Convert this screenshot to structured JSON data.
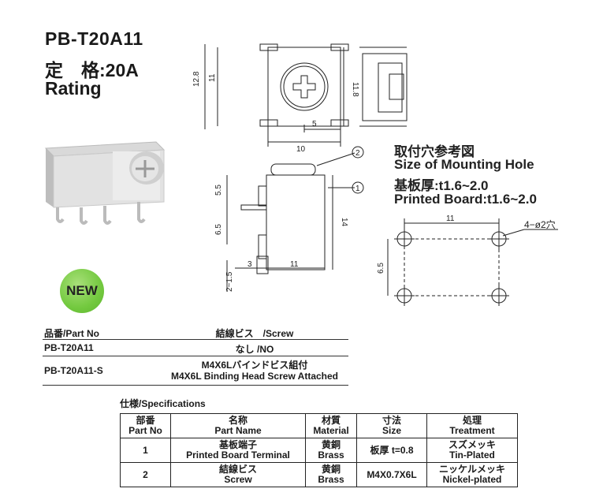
{
  "header": {
    "part_title": "PB-T20A11",
    "rating_cn": "定　格:20A",
    "rating_en": "Rating"
  },
  "mounting": {
    "line1": "取付穴参考図",
    "line2": "Size of Mounting Hole",
    "line3": "基板厚:t1.6~2.0",
    "line4": "Printed Board:t1.6~2.0"
  },
  "badge": "NEW",
  "drawing": {
    "dims_top": [
      "12.8",
      "11",
      "11.8",
      "5",
      "10"
    ],
    "dims_side": [
      "5.5",
      "6.5",
      "14",
      "2~1.5",
      "3",
      "11"
    ],
    "callouts": [
      "2",
      "1"
    ],
    "hole_dims": [
      "11",
      "6.5"
    ],
    "hole_spec": "4−ø2穴"
  },
  "part_table": {
    "header": [
      "品番/Part No",
      "結線ビス　/Screw"
    ],
    "rows": [
      {
        "part": "PB-T20A11",
        "screw": [
          "なし /NO"
        ]
      },
      {
        "part": "PB-T20A11-S",
        "screw": [
          "M4X6Lバインドビス組付",
          "M4X6L Binding Head Screw Attached"
        ]
      }
    ]
  },
  "spec": {
    "title": "仕様/Specifications",
    "headers": [
      [
        "部番",
        "Part No"
      ],
      [
        "名称",
        "Part Name"
      ],
      [
        "材質",
        "Material"
      ],
      [
        "寸法",
        "Size"
      ],
      [
        "処理",
        "Treatment"
      ]
    ],
    "rows": [
      {
        "no": "1",
        "name": [
          "基板端子",
          "Printed Board Terminal"
        ],
        "material": [
          "黄銅",
          "Brass"
        ],
        "size": "板厚 t=0.8",
        "treatment": [
          "スズメッキ",
          "Tin-Plated"
        ]
      },
      {
        "no": "2",
        "name": [
          "結線ビス",
          "Screw"
        ],
        "material": [
          "黄銅",
          "Brass"
        ],
        "size": "M4X0.7X6L",
        "treatment": [
          "ニッケルメッキ",
          "Nickel-plated"
        ]
      }
    ]
  }
}
